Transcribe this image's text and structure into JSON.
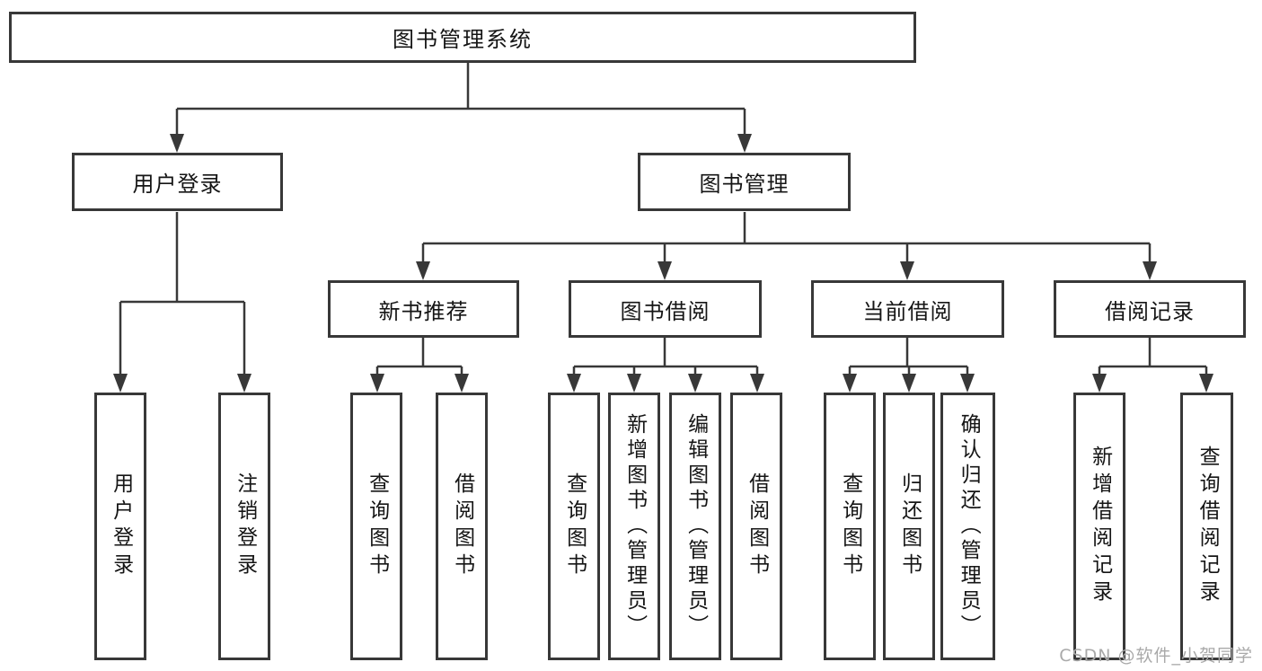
{
  "diagram": {
    "type": "hierarchy-tree",
    "root": {
      "label": "图书管理系统",
      "children": [
        {
          "label": "用户登录",
          "children": [
            {
              "label": "用户登录"
            },
            {
              "label": "注销登录"
            }
          ]
        },
        {
          "label": "图书管理",
          "children": [
            {
              "label": "新书推荐",
              "children": [
                {
                  "label": "查询图书"
                },
                {
                  "label": "借阅图书"
                }
              ]
            },
            {
              "label": "图书借阅",
              "children": [
                {
                  "label": "查询图书"
                },
                {
                  "label": "新增图书（管理员）"
                },
                {
                  "label": "编辑图书（管理员）"
                },
                {
                  "label": "借阅图书"
                }
              ]
            },
            {
              "label": "当前借阅",
              "children": [
                {
                  "label": "查询图书"
                },
                {
                  "label": "归还图书"
                },
                {
                  "label": "确认归还（管理员）"
                }
              ]
            },
            {
              "label": "借阅记录",
              "children": [
                {
                  "label": "新增借阅记录"
                },
                {
                  "label": "查询借阅记录"
                }
              ]
            }
          ]
        }
      ]
    },
    "colors": {
      "line": "#383838",
      "box_border": "#383838",
      "box_fill": "#ffffff",
      "text": "#151515",
      "watermark": "#a9a9a9",
      "background": "#ffffff"
    }
  },
  "watermark": {
    "text": "CSDN @软件_小贺同学"
  }
}
